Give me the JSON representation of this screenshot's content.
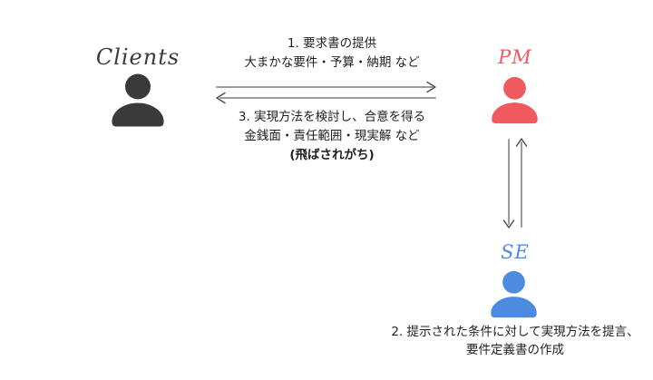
{
  "actors": {
    "clients": {
      "label": "Clients",
      "color": "#3a3a3a",
      "icon": "person-icon"
    },
    "pm": {
      "label": "PM",
      "color": "#ee5a5e",
      "icon": "person-icon"
    },
    "se": {
      "label": "SE",
      "color": "#4c8be0",
      "icon": "person-icon"
    }
  },
  "messages": {
    "request": {
      "lines": [
        "1. 要求書の提供",
        "大まかな要件・予算・納期 など"
      ]
    },
    "agreement": {
      "lines": [
        "3. 実現方法を検討し、合意を得る",
        "金銭面・責任範囲・現実解 など"
      ],
      "note": "(飛ばされがち)"
    },
    "proposal": {
      "lines": [
        "2. 提示された条件に対して実現方法を提言、",
        "要件定義書の作成"
      ]
    }
  },
  "colors": {
    "background": "#ffffff",
    "text": "#1f1f1f",
    "arrow_line": "#9a9a9a",
    "arrow_head": "#4f4f4f"
  }
}
